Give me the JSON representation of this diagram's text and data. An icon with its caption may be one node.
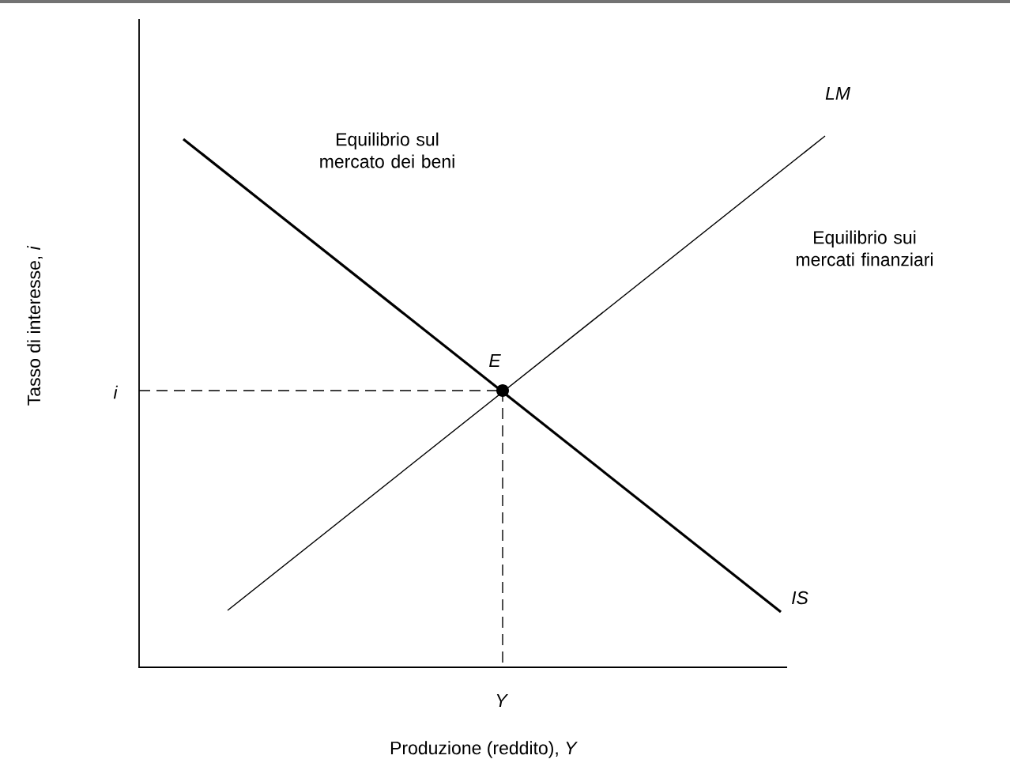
{
  "diagram": {
    "labels": [
      "LM",
      "Equilibrio sul mercato dei beni",
      "Equilibrio sui mercati finanziari",
      "E",
      "i",
      "IS",
      "Y",
      "Produzione (reddito), *Y*",
      "Tasso di interesse, *i*"
    ]
  }
}
